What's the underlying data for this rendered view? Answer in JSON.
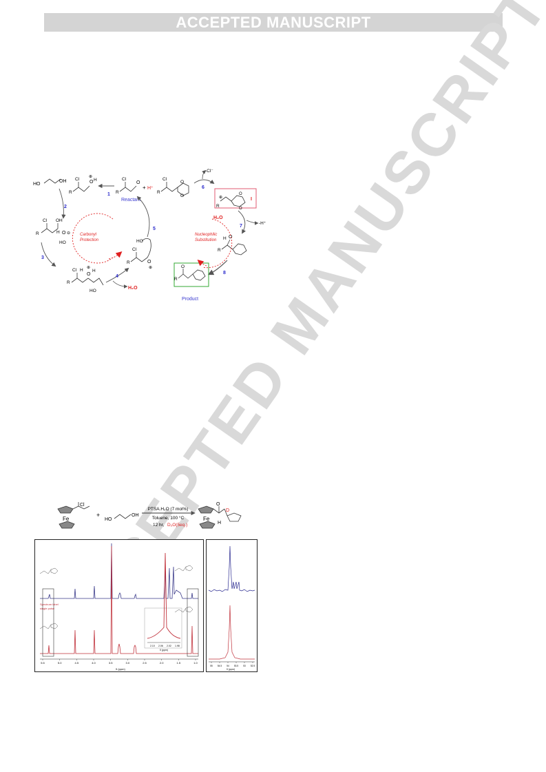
{
  "header": {
    "banner": "ACCEPTED MANUSCRIPT"
  },
  "watermark": {
    "text": "ACCEPTED MANUSCRIPT"
  },
  "scheme": {
    "steps": [
      "1",
      "2",
      "3",
      "4",
      "5",
      "6",
      "7",
      "8"
    ],
    "reactant_label": "Reactant",
    "product_label": "Product",
    "cycle_left": [
      "Carbonyl",
      "Protection"
    ],
    "cycle_right": [
      "Nucleophilic",
      "Substitution"
    ],
    "water": "H₂O",
    "water_in": "H₂O",
    "proton": "H⁺",
    "proton_loss": "-H⁺",
    "chloride_loss": "-Cl⁻",
    "atoms": {
      "cl": "Cl",
      "o": "O",
      "oh": "OH",
      "ho": "HO",
      "h": "H",
      "r": "R",
      "o_minus": "O⁻",
      "plus": "⊕",
      "minus": "⊖",
      "plus_sign": "+"
    },
    "colors": {
      "step": "#2b2bcc",
      "label_blue": "#3a3ad0",
      "red": "#e02020",
      "product_box": "#33aa33",
      "cation_box": "#e05a70"
    }
  },
  "reaction": {
    "metal": "Fe",
    "cl": "Cl",
    "plus": "+",
    "reagent_ho": "HO",
    "reagent_oh": "OH",
    "conditions_top": "PTSA.H₂O (7 mol%)",
    "conditions_solvent": "Toluene, 100 °C",
    "conditions_time": "12 hr, ",
    "conditions_red": "D₂O(5eq.)",
    "product_d": "D",
    "product_h": "H",
    "product_o": "O"
  },
  "nmr": {
    "x_label": "δ (ppm)",
    "x_ticks": [
      "5.5",
      "5.0",
      "4.5",
      "4.0",
      "3.5",
      "3.0",
      "2.5",
      "2.0",
      "1.5",
      "1.0"
    ],
    "inset_ticks": [
      "2.10",
      "2.06",
      "2.02",
      "1.98"
    ],
    "inset_label": "δ (ppm)",
    "annotation": [
      "Spectrum label",
      "single pulse"
    ],
    "colors": {
      "top": "#3a3a8a",
      "bottom": "#c0303a",
      "annotation": "#c0303a"
    }
  },
  "cnmr": {
    "x_ticks": [
      "55",
      "54.5",
      "54",
      "53.5",
      "53",
      "52.5"
    ],
    "x_label": "δ (ppm)",
    "colors": {
      "top": "#2a2a90",
      "bottom": "#c0303a"
    }
  }
}
